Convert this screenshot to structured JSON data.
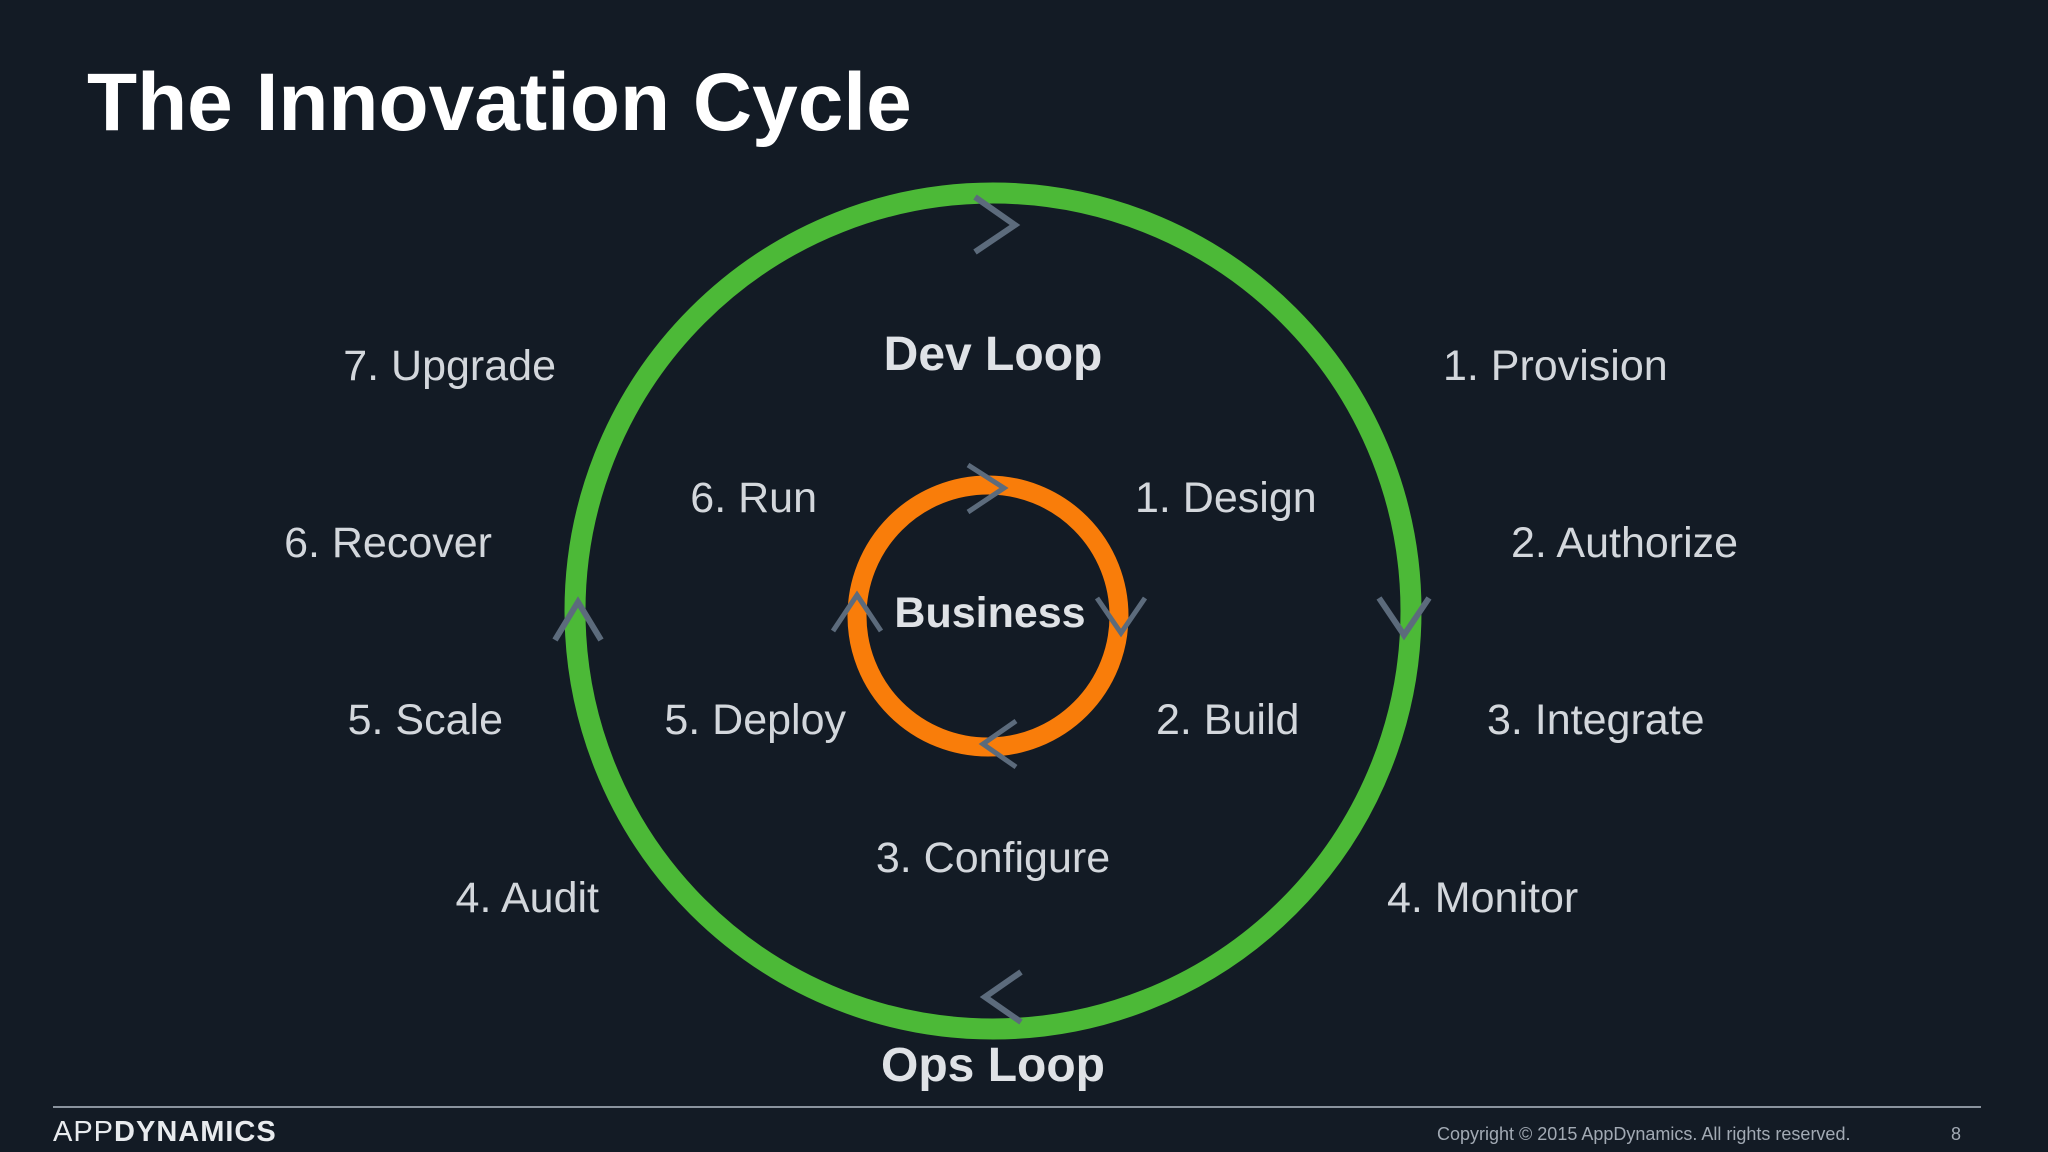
{
  "slide": {
    "title": "The Innovation Cycle"
  },
  "outer_cycle": {
    "color": "#4cb937",
    "top_label": "Dev Loop",
    "bottom_label": "Ops Loop",
    "steps_right": [
      "1. Provision",
      "2. Authorize",
      "3. Integrate",
      "4. Monitor"
    ],
    "steps_left": [
      "7. Upgrade",
      "6. Recover",
      "5. Scale",
      "4. Audit"
    ]
  },
  "inner_cycle": {
    "color": "#f97d0a",
    "center_label": "Business",
    "steps": {
      "design": "1. Design",
      "build": "2. Build",
      "configure": "3. Configure",
      "deploy": "5. Deploy",
      "run": "6. Run"
    }
  },
  "arrow_color": "#5c6b7c",
  "footer": {
    "logo_prefix": "APP",
    "logo_main": "DYNAMICS",
    "copyright": "Copyright © 2015 AppDynamics. All rights reserved.",
    "page_number": "8"
  }
}
